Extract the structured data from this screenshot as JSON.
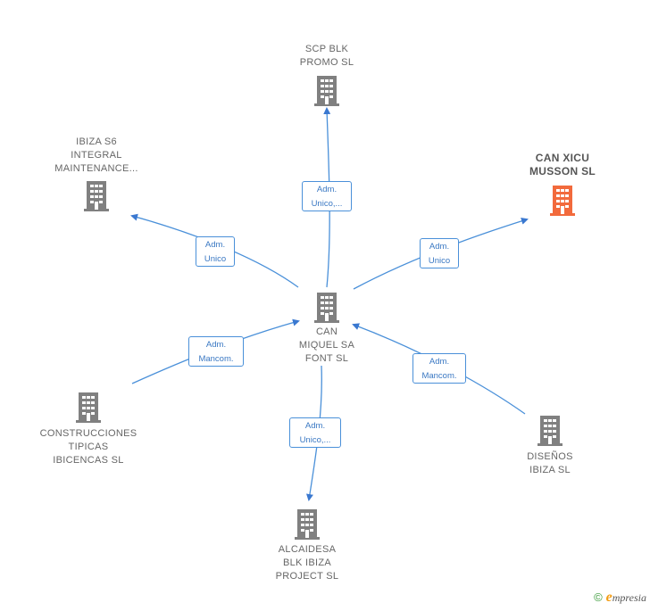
{
  "colors": {
    "edge": "#4a90d9",
    "node": "#808080",
    "highlight": "#f26a3c"
  },
  "nodes": {
    "center": {
      "label": "CAN\nMIQUEL SA\nFONT  SL",
      "icon": "building-icon"
    },
    "scp": {
      "label": "SCP BLK\nPROMO  SL",
      "icon": "building-icon"
    },
    "ibiza_s6": {
      "label": "IBIZA S6\nINTEGRAL\nMAINTENANCE...",
      "icon": "building-icon"
    },
    "can_xicu": {
      "label": "CAN XICU\nMUSSON  SL",
      "icon": "building-icon"
    },
    "construcciones": {
      "label": "CONSTRUCCIONES\nTIPICAS\nIBICENCAS SL",
      "icon": "building-icon"
    },
    "disenos": {
      "label": "DISEÑOS\nIBIZA  SL",
      "icon": "building-icon"
    },
    "alcaidesa": {
      "label": "ALCAIDESA\nBLK IBIZA\nPROJECT  SL",
      "icon": "building-icon"
    }
  },
  "edges": {
    "scp": "Adm.\nUnico,...",
    "ibiza_s6": "Adm.\nUnico",
    "can_xicu": "Adm.\nUnico",
    "construcciones": "Adm.\nMancom.",
    "disenos": "Adm.\nMancom.",
    "alcaidesa": "Adm.\nUnico,..."
  },
  "footer": {
    "copyright": "©",
    "brand_e": "e",
    "brand_rest": "mpresia"
  }
}
